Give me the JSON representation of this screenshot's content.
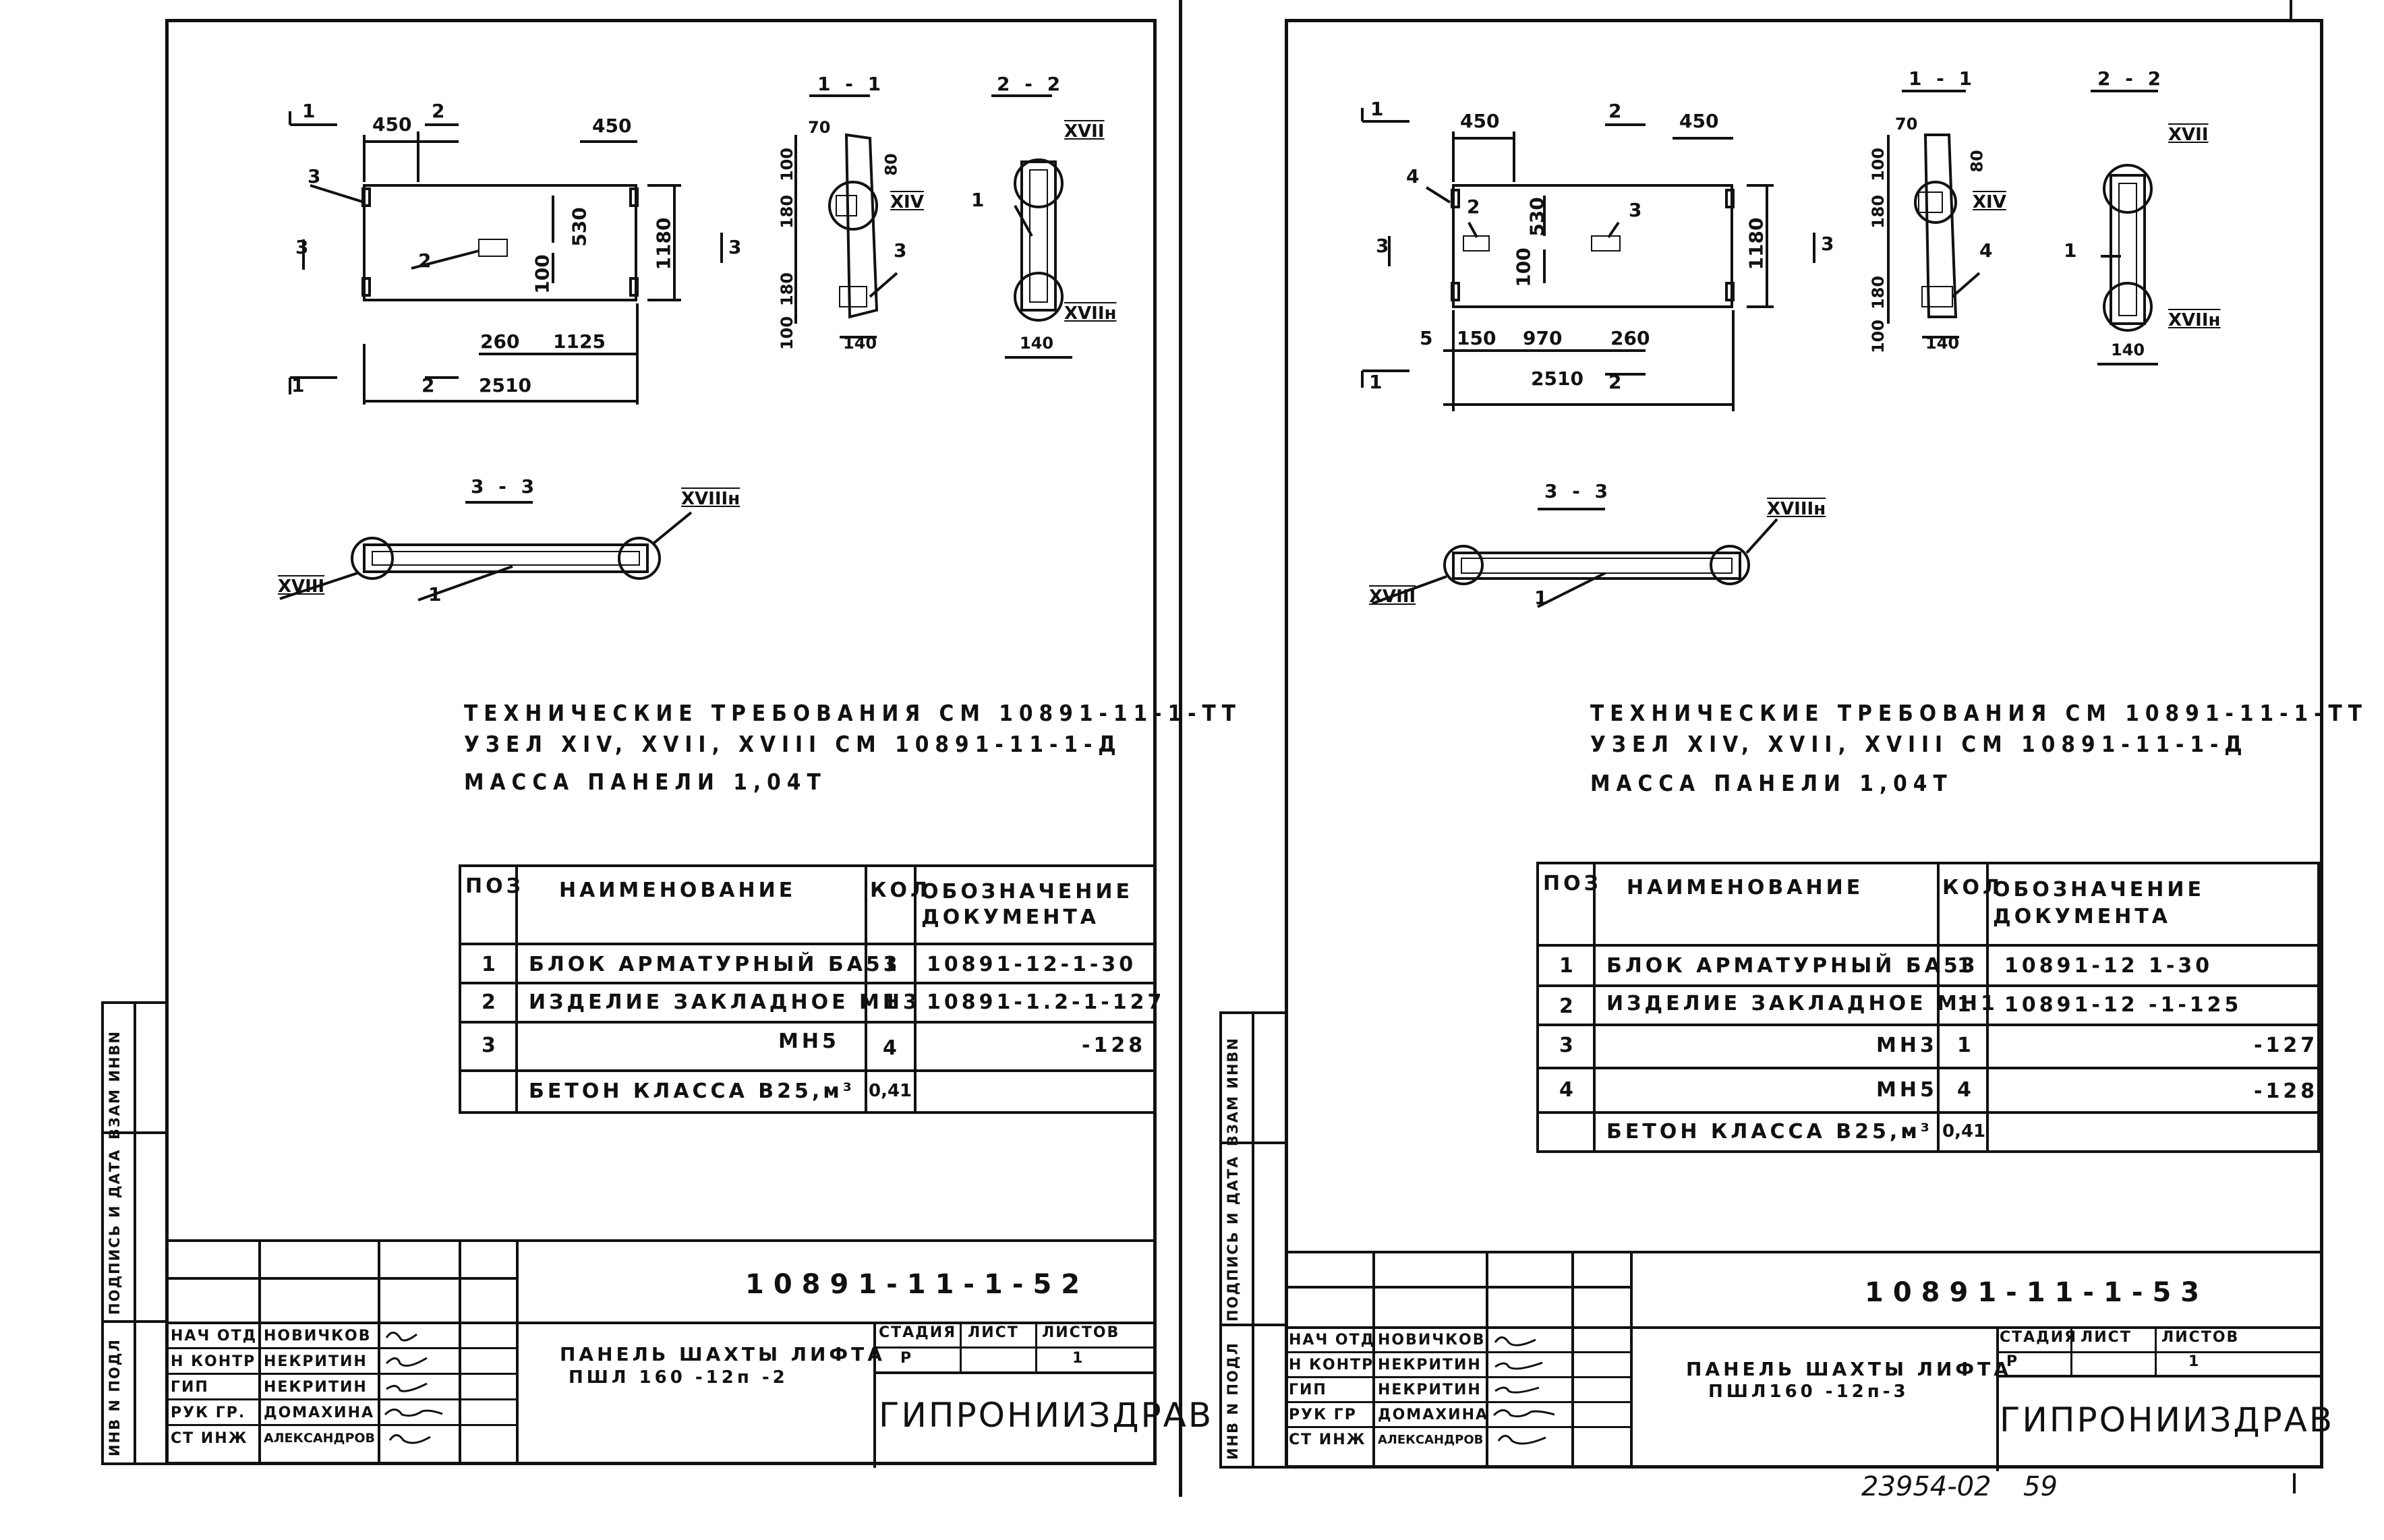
{
  "sheets": [
    {
      "sections": {
        "s11": "1 - 1",
        "s22": "2 - 2",
        "s33": "3 - 3"
      },
      "plan": {
        "d450a": "450",
        "d450b": "450",
        "d530": "530",
        "d1180": "1180",
        "d100": "100",
        "d260": "260",
        "d1125": "1125",
        "d2510": "2510",
        "m1": "1",
        "m2": "2",
        "m3": "3",
        "c1": "1",
        "c2": "2",
        "c3": "3",
        "p2": "2",
        "p3": "3"
      },
      "sec11": {
        "d70": "70",
        "d80": "80",
        "d100": "100",
        "d180": "180",
        "d180b": "180",
        "d100b": "100",
        "d140": "140",
        "knot": "XIV",
        "p3": "3"
      },
      "sec22": {
        "knot_top": "XVII",
        "knot_bot": "XVIIн",
        "p1": "1",
        "d140": "140"
      },
      "sec33": {
        "knot_l": "XVIII",
        "knot_r": "XVIIIн",
        "p1": "1"
      },
      "req": {
        "line1": "ТЕХНИЧЕСКИЕ  ТРЕБОВАНИЯ СМ 10891-11-1-ТТ",
        "line2": "УЗЕЛ XIV, XVII, XVIII  СМ 10891-11-1-Д",
        "line3": "МАССА  ПАНЕЛИ  1,04Т"
      },
      "spec": {
        "h_pos": "ПОЗ",
        "h_name": "НАИМЕНОВАНИЕ",
        "h_qty": "КОЛ",
        "h_doc": "ОБОЗНАЧЕНИЕ ДОКУМЕНТА",
        "rows": [
          {
            "pos": "1",
            "name": "БЛОК  АРМАТУРНЫЙ  БА53",
            "qty": "1",
            "doc": "10891-12-1-30"
          },
          {
            "pos": "2",
            "name": "ИЗДЕЛИЕ  ЗАКЛАДНОЕ МН3",
            "qty": "1",
            "doc": "10891-1.2-1-127"
          },
          {
            "pos": "3",
            "name": "МН5",
            "qty": "4",
            "doc": "-128"
          },
          {
            "pos": "",
            "name": "БЕТОН  КЛАССА  В25,м³",
            "qty": "0,41",
            "doc": ""
          }
        ]
      },
      "side": {
        "a": "ВЗАМ ИНВN",
        "b": "ПОДПИСЬ И ДАТА",
        "c": "ИНВ N ПОДЛ"
      },
      "title": {
        "code": "10891-11-1-52",
        "name1": "ПАНЕЛЬ  ШАХТЫ  ЛИФТА",
        "name2": "ПШЛ 160 -12п -2",
        "stage_h": "СТАДИЯ",
        "sheet_h": "ЛИСТ",
        "sheets_h": "ЛИСТОВ",
        "stage": "Р",
        "sheets": "1",
        "org": "ГИПРОНИИЗДРАВ",
        "people": [
          {
            "role": "НАЧ ОТД",
            "name": "НОВИЧКОВ"
          },
          {
            "role": "Н КОНТР",
            "name": "НЕКРИТИН"
          },
          {
            "role": "ГИП",
            "name": "НЕКРИТИН"
          },
          {
            "role": "РУК ГР.",
            "name": "ДОМАХИНА"
          },
          {
            "role": "СТ ИНЖ",
            "name": "АЛЕКСАНДРОВ"
          }
        ]
      }
    },
    {
      "sections": {
        "s11": "1 - 1",
        "s22": "2 - 2",
        "s33": "3 - 3"
      },
      "plan": {
        "d450a": "450",
        "d450b": "450",
        "d530": "530",
        "d1180": "1180",
        "d100": "100",
        "d5": "5",
        "d150": "150",
        "d970": "970",
        "d260": "260",
        "d2510": "2510",
        "m1": "1",
        "m2": "2",
        "m3": "3",
        "c1": "1",
        "c2": "2",
        "c3": "3",
        "p4": "4",
        "p2": "2",
        "p3": "3"
      },
      "sec11": {
        "d70": "70",
        "d80": "80",
        "d100": "100",
        "d180": "180",
        "d180b": "180",
        "d100b": "100",
        "d140": "140",
        "knot": "XIV",
        "p4": "4"
      },
      "sec22": {
        "knot_top": "XVII",
        "knot_bot": "XVIIн",
        "p1": "1",
        "d140": "140"
      },
      "sec33": {
        "knot_l": "XVIII",
        "knot_r": "XVIIIн",
        "p1": "1"
      },
      "req": {
        "line1": "ТЕХНИЧЕСКИЕ  ТРЕБОВАНИЯ СМ 10891-11-1-ТТ",
        "line2": "УЗЕЛ XIV, XVII, XVIII  СМ 10891-11-1-Д",
        "line3": "МАССА  ПАНЕЛИ  1,04Т"
      },
      "spec": {
        "h_pos": "ПОЗ",
        "h_name": "НАИМЕНОВАНИЕ",
        "h_qty": "КОЛ",
        "h_doc": "ОБОЗНАЧЕНИЕ ДОКУМЕНТА",
        "rows": [
          {
            "pos": "1",
            "name": "БЛОК  АРМАТУРНЫЙ  БА53",
            "qty": "1",
            "doc": "10891-12  1-30"
          },
          {
            "pos": "2",
            "name": "ИЗДЕЛИЕ  ЗАКЛАДНОЕ МН1",
            "qty": "1",
            "doc": "10891-12 -1-125"
          },
          {
            "pos": "3",
            "name": "МН3",
            "qty": "1",
            "doc": "-127"
          },
          {
            "pos": "4",
            "name": "МН5",
            "qty": "4",
            "doc": "-128"
          },
          {
            "pos": "",
            "name": "БЕТОН  КЛАССА  В25,м³",
            "qty": "0,41",
            "doc": ""
          }
        ]
      },
      "side": {
        "a": "ВЗАМ ИНВN",
        "b": "ПОДПИСЬ И ДАТА",
        "c": "ИНВ N ПОДЛ"
      },
      "title": {
        "code": "10891-11-1-53",
        "name1": "ПАНЕЛЬ  ШАХТЫ  ЛИФТА",
        "name2": "ПШЛ160 -12п-3",
        "stage_h": "СТАДИЯ",
        "sheet_h": "ЛИСТ",
        "sheets_h": "ЛИСТОВ",
        "stage": "Р",
        "sheets": "1",
        "org": "ГИПРОНИИЗДРАВ",
        "people": [
          {
            "role": "НАЧ ОТД",
            "name": "НОВИЧКОВ"
          },
          {
            "role": "Н КОНТР",
            "name": "НЕКРИТИН"
          },
          {
            "role": "ГИП",
            "name": "НЕКРИТИН"
          },
          {
            "role": "РУК ГР",
            "name": "ДОМАХИНА"
          },
          {
            "role": "СТ ИНЖ",
            "name": "АЛЕКСАНДРОВ"
          }
        ]
      }
    }
  ],
  "footer": {
    "album": "23954-02",
    "page": "59"
  }
}
